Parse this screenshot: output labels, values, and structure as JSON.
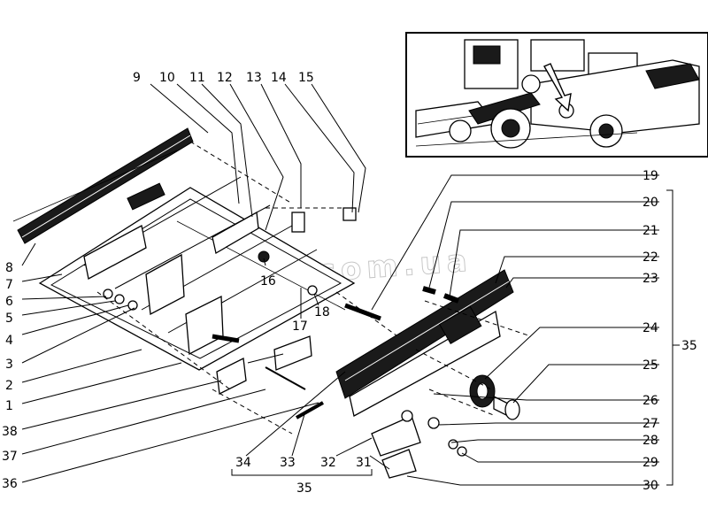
{
  "watermark": "adara.com.ua",
  "callouts_top": [
    "9",
    "10",
    "11",
    "12",
    "13",
    "14",
    "15"
  ],
  "callouts_left": [
    "8",
    "7",
    "6",
    "5",
    "4",
    "3",
    "2",
    "1",
    "38",
    "37",
    "36"
  ],
  "callouts_center": [
    "16",
    "17",
    "18"
  ],
  "callouts_right": [
    "19",
    "20",
    "21",
    "22",
    "23",
    "24",
    "25",
    "26",
    "27",
    "28",
    "29",
    "30"
  ],
  "callouts_bottom": [
    "34",
    "33",
    "32",
    "31"
  ],
  "group_label_right": "35",
  "group_label_bottom": "35"
}
